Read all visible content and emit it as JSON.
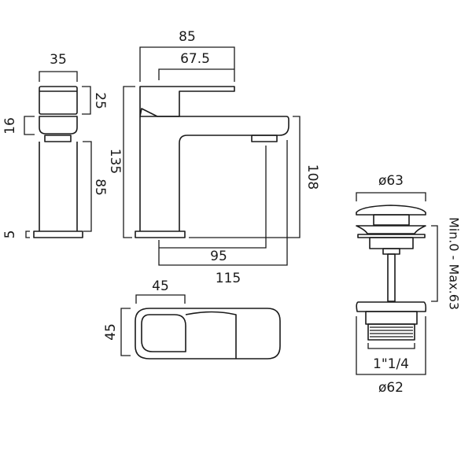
{
  "side_view": {
    "width": "35",
    "lever_height": "25",
    "lever_depth": "16",
    "body_height": "85",
    "base_height": "5"
  },
  "front_view": {
    "lever_reach": "85",
    "lever_length": "67.5",
    "total_height": "135",
    "spout_height": "108",
    "spout_projection": "95",
    "total_depth": "115"
  },
  "top_view": {
    "width": "45",
    "depth": "45"
  },
  "waste": {
    "cap_diameter": "ø63",
    "adjustment": "Min.0 - Max.63",
    "thread": "1\"1/4",
    "base_diameter": "ø62"
  }
}
